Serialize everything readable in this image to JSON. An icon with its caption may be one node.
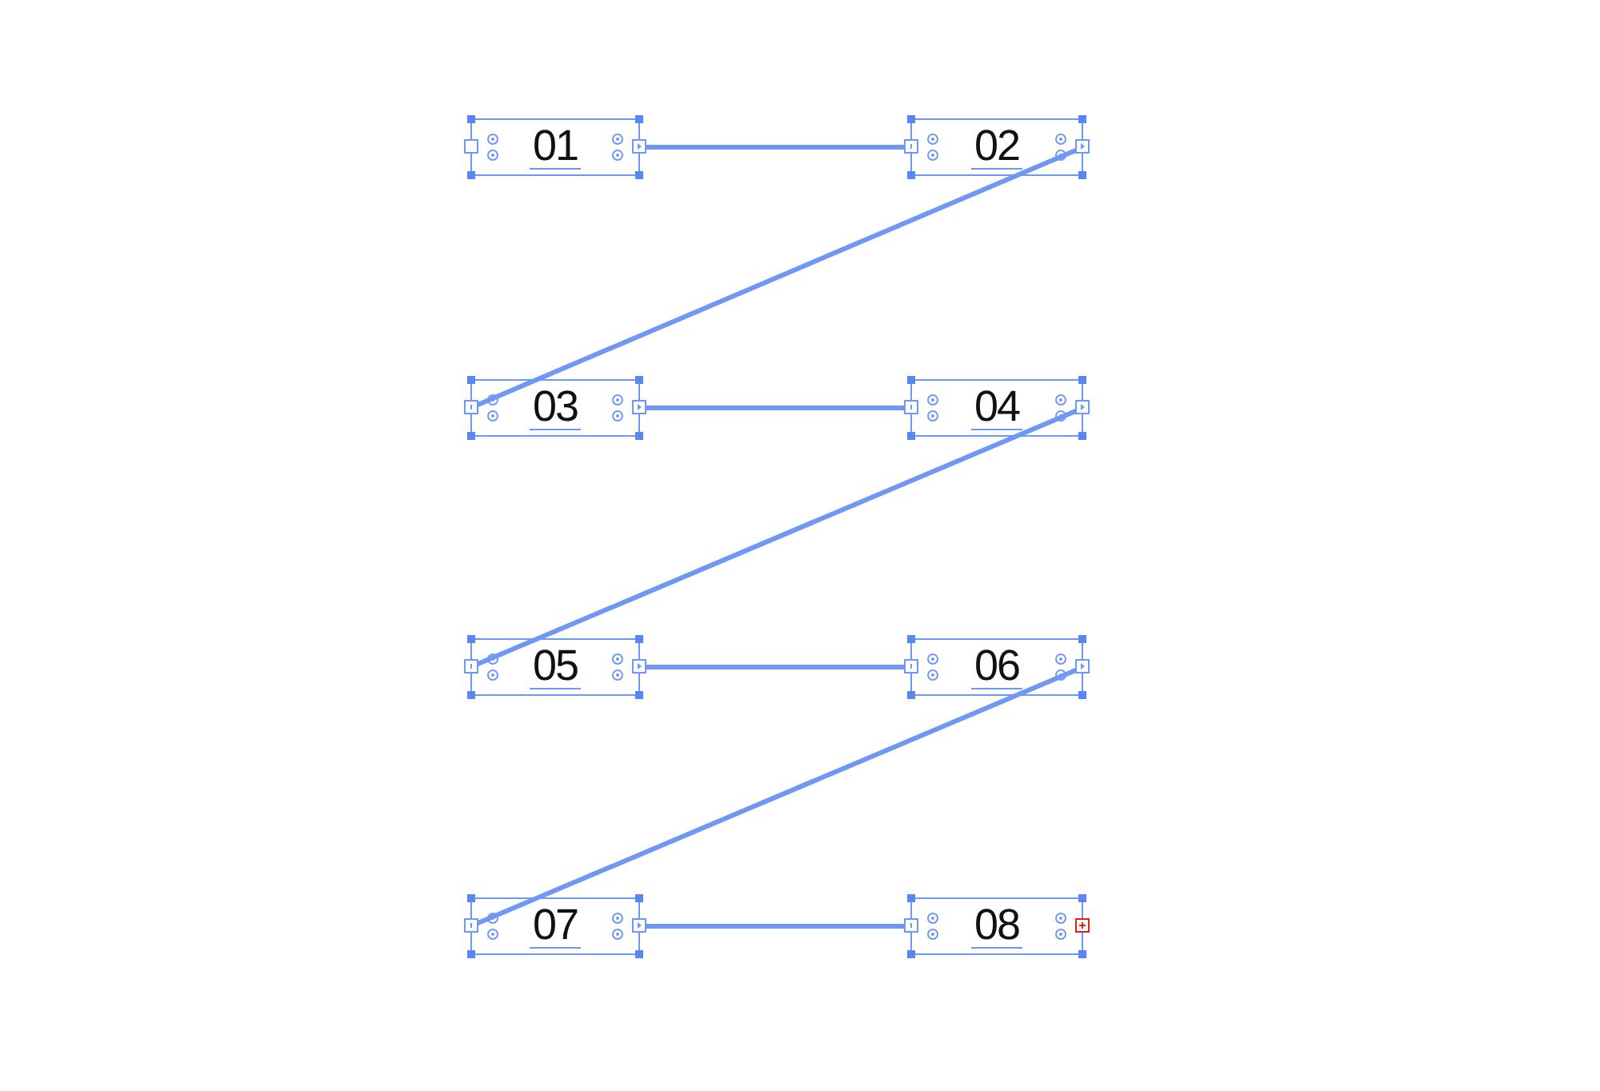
{
  "diagram": {
    "nodes": [
      {
        "text": [
          "01"
        ]
      },
      {
        "text": [
          "02"
        ]
      },
      {
        "text": [
          "03"
        ]
      },
      {
        "text": [
          "04"
        ]
      },
      {
        "text": [
          "05"
        ]
      },
      {
        "text": [
          "06"
        ]
      },
      {
        "text": [
          "07"
        ]
      },
      {
        "text": [
          "08"
        ]
      }
    ],
    "edges": [
      {
        "from": 0,
        "to": 1,
        "arrow": "none"
      },
      {
        "from": 1,
        "to": 2,
        "arrow": "none"
      },
      {
        "from": 2,
        "to": 3,
        "arrow": "none"
      },
      {
        "from": 3,
        "to": 4,
        "arrow": "none"
      },
      {
        "from": 4,
        "to": 5,
        "arrow": "none"
      },
      {
        "from": 5,
        "to": 6,
        "arrow": "none"
      },
      {
        "from": 6,
        "to": 7,
        "arrow": "none"
      }
    ]
  }
}
